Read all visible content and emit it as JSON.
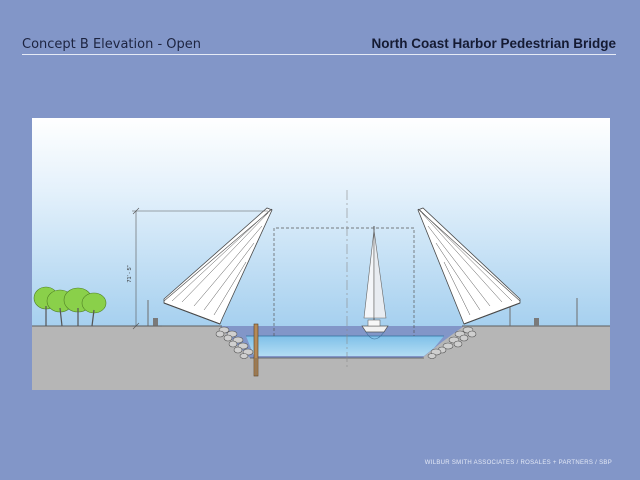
{
  "header": {
    "left_title": "Concept B Elevation - Open",
    "right_title": "North Coast Harbor Pedestrian Bridge"
  },
  "drawing": {
    "dimension_label": "71' - 5\""
  },
  "footer": {
    "credits": "WILBUR SMITH ASSOCIATES / ROSALES + PARTNERS / SBP"
  },
  "colors": {
    "background": "#8296c8",
    "sky_top": "#ffffff",
    "sky_bottom": "#a9d2f0",
    "ground": "#b6b6b6",
    "water": "#8fc8ea",
    "trees": "#8ad04a"
  }
}
